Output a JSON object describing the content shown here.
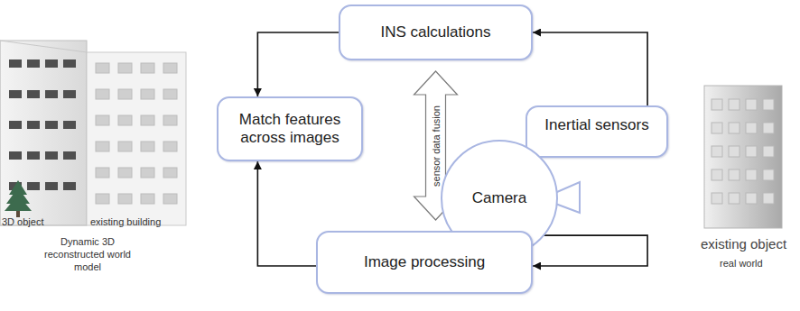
{
  "diagram": {
    "nodes": [
      {
        "text": [
          "INS calculations"
        ]
      },
      {
        "text": [
          "Match features across images"
        ]
      },
      {
        "text": [
          "Inertial sensors"
        ]
      },
      {
        "text": [
          "Camera"
        ]
      },
      {
        "text": [
          "Image processing"
        ]
      }
    ],
    "edges": [
      {
        "from": 2,
        "to": 0,
        "arrow": "to"
      },
      {
        "from": 0,
        "to": 1,
        "arrow": "to"
      },
      {
        "from": 3,
        "to": 4,
        "arrow": "to"
      },
      {
        "from": 4,
        "to": 1,
        "arrow": "to"
      },
      {
        "from": 0,
        "to": 4,
        "label": "sensor data fusion",
        "arrow": "both"
      }
    ],
    "labels": [
      "3D object",
      "existing building",
      "Dynamic 3D reconstructed world model",
      "existing object",
      "real world"
    ]
  }
}
